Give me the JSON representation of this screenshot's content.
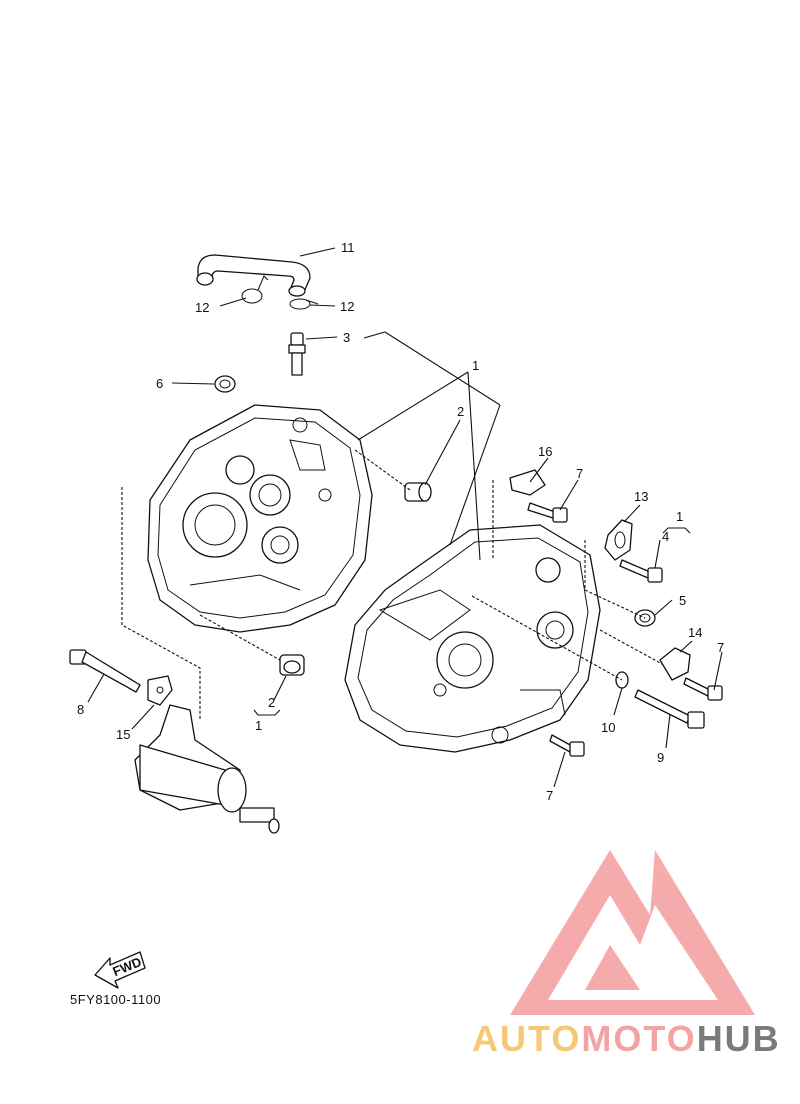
{
  "diagram": {
    "code": "5FY8100-1100",
    "fwd_label": "FWD",
    "callouts": [
      {
        "id": "c11",
        "text": "11"
      },
      {
        "id": "c12a",
        "text": "12"
      },
      {
        "id": "c12b",
        "text": "12"
      },
      {
        "id": "c3",
        "text": "3"
      },
      {
        "id": "c1a",
        "text": "1"
      },
      {
        "id": "c6",
        "text": "6"
      },
      {
        "id": "c2a",
        "text": "2"
      },
      {
        "id": "c16",
        "text": "16"
      },
      {
        "id": "c7a",
        "text": "7"
      },
      {
        "id": "c13",
        "text": "13"
      },
      {
        "id": "c1b",
        "text": "1"
      },
      {
        "id": "c4",
        "text": "4"
      },
      {
        "id": "c5",
        "text": "5"
      },
      {
        "id": "c14",
        "text": "14"
      },
      {
        "id": "c7b",
        "text": "7"
      },
      {
        "id": "c10",
        "text": "10"
      },
      {
        "id": "c9",
        "text": "9"
      },
      {
        "id": "c7c",
        "text": "7"
      },
      {
        "id": "c8",
        "text": "8"
      },
      {
        "id": "c15",
        "text": "15"
      },
      {
        "id": "c2b",
        "text": "2"
      },
      {
        "id": "c1c",
        "text": "1"
      }
    ]
  },
  "watermark": {
    "part1": "AUTO",
    "part2": "MOTO",
    "part3": "HUB",
    "colors": {
      "auto": "#f7c873",
      "moto": "#f4a3a3",
      "hub": "#7a7a7a",
      "logo": "#f4a3a3"
    }
  }
}
